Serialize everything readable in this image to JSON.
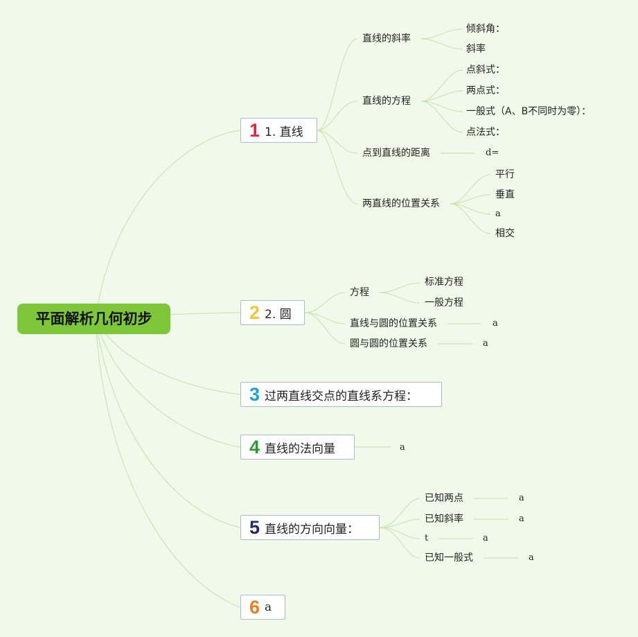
{
  "root": {
    "label": "平面解析几何初步"
  },
  "colors": {
    "root_fill": "#7ec63a",
    "line": "#c9e6b3",
    "badge1": "#e8243a",
    "badge2": "#f2c736",
    "badge3": "#1aa0dc",
    "badge4": "#2e9b2f",
    "badge5": "#1f2d6e",
    "badge6": "#f07d1b"
  },
  "branch1": {
    "num": "1",
    "label": "1. 直线",
    "slope": {
      "label": "直线的斜率",
      "items": [
        "倾斜角：",
        "斜率"
      ]
    },
    "equation": {
      "label": "直线的方程",
      "items": [
        "点斜式：",
        "两点式：",
        "一般式（A、B不同时为零）：",
        "点法式："
      ]
    },
    "distance": {
      "label": "点到直线的距离",
      "value": "d="
    },
    "relation": {
      "label": "两直线的位置关系",
      "items": [
        "平行",
        "垂直",
        "a",
        "相交"
      ]
    }
  },
  "branch2": {
    "num": "2",
    "label": "2. 圆",
    "equation": {
      "label": "方程",
      "items": [
        "标准方程",
        "一般方程"
      ]
    },
    "line_circle": {
      "label": "直线与圆的位置关系",
      "value": "a"
    },
    "circle_circle": {
      "label": "圆与圆的位置关系",
      "value": "a"
    }
  },
  "branch3": {
    "num": "3",
    "label": "过两直线交点的直线系方程："
  },
  "branch4": {
    "num": "4",
    "label": "直线的法向量",
    "value": "a"
  },
  "branch5": {
    "num": "5",
    "label": "直线的方向向量：",
    "items": [
      {
        "label": "已知两点",
        "value": "a"
      },
      {
        "label": "已知斜率",
        "value": "a"
      },
      {
        "label": "t",
        "value": "a"
      },
      {
        "label": "已知一般式",
        "value": "a"
      }
    ]
  },
  "branch6": {
    "num": "6",
    "label": "a"
  }
}
